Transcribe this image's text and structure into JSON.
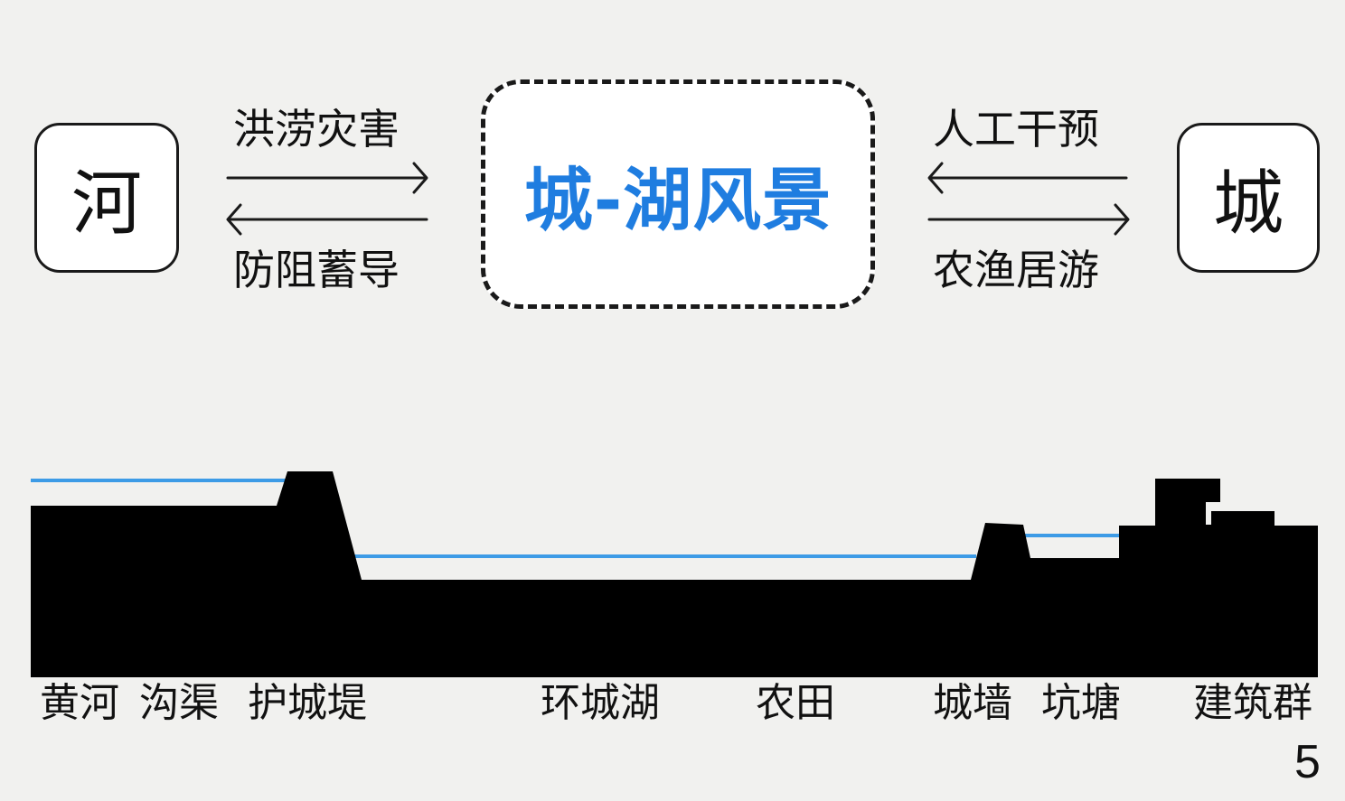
{
  "nodes": {
    "river": "河",
    "center": "城-湖风景",
    "city": "城"
  },
  "left_flows": {
    "top": "洪涝灾害",
    "bottom": "防阻蓄导"
  },
  "right_flows": {
    "top": "人工干预",
    "bottom": "农渔居游"
  },
  "profile_labels": [
    "黄河",
    "沟渠",
    "护城堤",
    "环城湖",
    "农田",
    "城墙",
    "坑塘",
    "建筑群"
  ],
  "page_number": "5",
  "colors": {
    "accent": "#1f7de0",
    "water_line": "#3d9be6",
    "ground": "#000000",
    "background": "#f1f1ef"
  }
}
